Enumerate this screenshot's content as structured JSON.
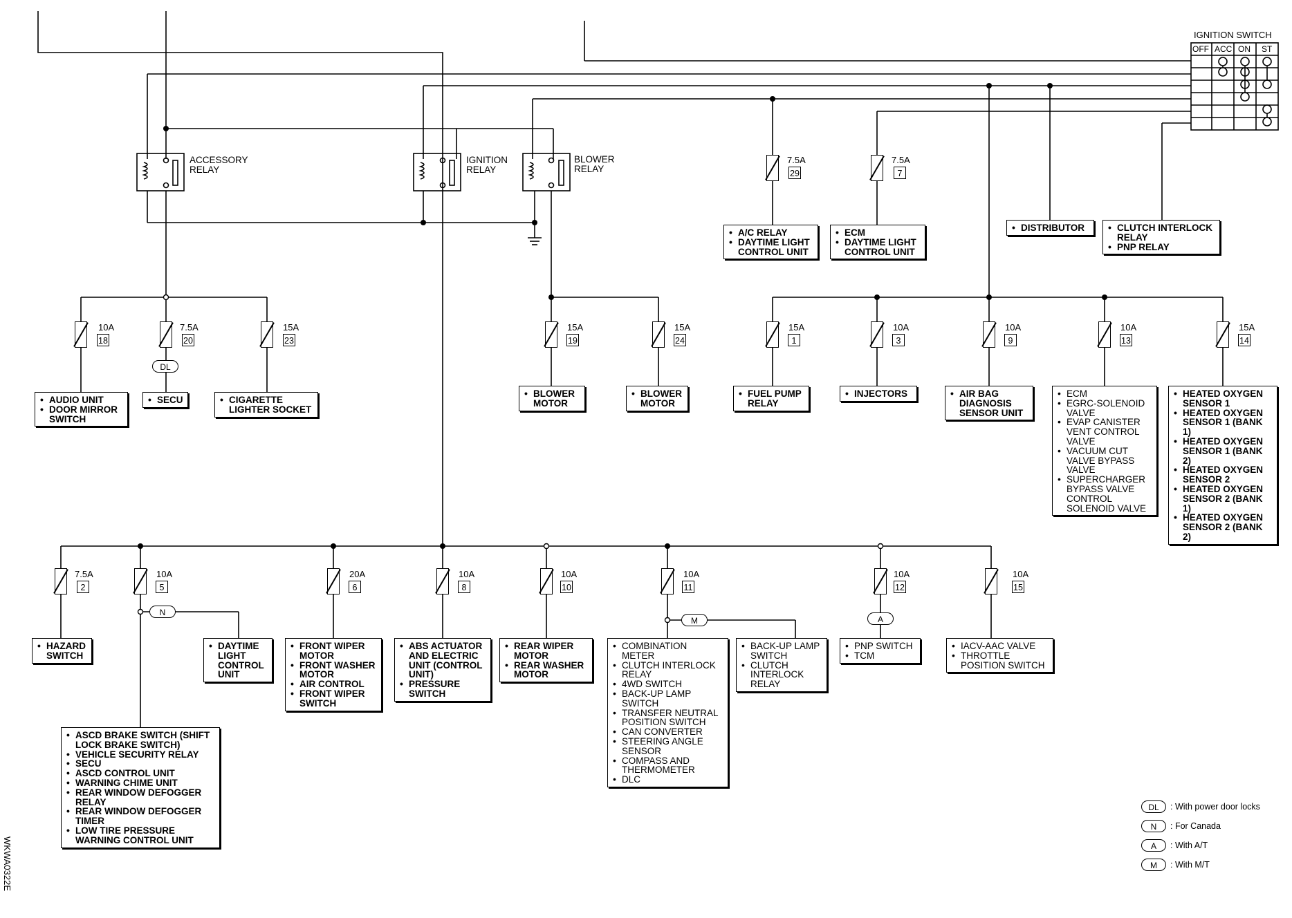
{
  "ignition_switch": {
    "title": "IGNITION SWITCH",
    "positions": [
      "OFF",
      "ACC",
      "ON",
      "ST"
    ]
  },
  "relays": [
    {
      "id": "accessory",
      "label": "ACCESSORY\nRELAY"
    },
    {
      "id": "ignition",
      "label": "IGNITION\nRELAY"
    },
    {
      "id": "blower",
      "label": "BLOWER\nRELAY"
    }
  ],
  "fuses": [
    {
      "id": "f18",
      "amp": "10A",
      "num": "18"
    },
    {
      "id": "f20",
      "amp": "7.5A",
      "num": "20"
    },
    {
      "id": "f23",
      "amp": "15A",
      "num": "23"
    },
    {
      "id": "f19",
      "amp": "15A",
      "num": "19"
    },
    {
      "id": "f24",
      "amp": "15A",
      "num": "24"
    },
    {
      "id": "f29",
      "amp": "7.5A",
      "num": "29"
    },
    {
      "id": "f7",
      "amp": "7.5A",
      "num": "7"
    },
    {
      "id": "f1",
      "amp": "15A",
      "num": "1"
    },
    {
      "id": "f3",
      "amp": "10A",
      "num": "3"
    },
    {
      "id": "f9",
      "amp": "10A",
      "num": "9"
    },
    {
      "id": "f13",
      "amp": "10A",
      "num": "13"
    },
    {
      "id": "f14",
      "amp": "15A",
      "num": "14"
    },
    {
      "id": "f2",
      "amp": "7.5A",
      "num": "2"
    },
    {
      "id": "f5",
      "amp": "10A",
      "num": "5"
    },
    {
      "id": "f6",
      "amp": "20A",
      "num": "6"
    },
    {
      "id": "f8",
      "amp": "10A",
      "num": "8"
    },
    {
      "id": "f10",
      "amp": "10A",
      "num": "10"
    },
    {
      "id": "f11",
      "amp": "10A",
      "num": "11"
    },
    {
      "id": "f12",
      "amp": "10A",
      "num": "12"
    },
    {
      "id": "f15",
      "amp": "10A",
      "num": "15"
    }
  ],
  "loads": [
    {
      "id": "b_audio",
      "items": [
        "AUDIO UNIT",
        "DOOR MIRROR\nSWITCH"
      ]
    },
    {
      "id": "b_secu",
      "items": [
        "SECU"
      ]
    },
    {
      "id": "b_cig",
      "items": [
        "CIGARETTE\nLIGHTER SOCKET"
      ]
    },
    {
      "id": "b_blower1",
      "items": [
        "BLOWER\nMOTOR"
      ]
    },
    {
      "id": "b_blower2",
      "items": [
        "BLOWER\nMOTOR"
      ]
    },
    {
      "id": "b_ac",
      "items": [
        "A/C RELAY",
        "DAYTIME LIGHT\nCONTROL UNIT"
      ]
    },
    {
      "id": "b_ecm1",
      "items": [
        "ECM",
        "DAYTIME LIGHT\nCONTROL UNIT"
      ]
    },
    {
      "id": "b_dist",
      "items": [
        "DISTRIBUTOR"
      ]
    },
    {
      "id": "b_clutch",
      "items": [
        "CLUTCH INTERLOCK\nRELAY",
        "PNP RELAY"
      ]
    },
    {
      "id": "b_fuel",
      "items": [
        "FUEL PUMP\nRELAY"
      ]
    },
    {
      "id": "b_inj",
      "items": [
        "INJECTORS"
      ]
    },
    {
      "id": "b_airbag",
      "items": [
        "AIR BAG\nDIAGNOSIS\nSENSOR UNIT"
      ]
    },
    {
      "id": "b_ecm2",
      "items": [
        "ECM",
        "EGRC-SOLENOID\nVALVE",
        "EVAP CANISTER\nVENT CONTROL\nVALVE",
        "VACUUM CUT\nVALVE BYPASS\nVALVE",
        "SUPERCHARGER\nBYPASS VALVE\nCONTROL\nSOLENOID VALVE"
      ]
    },
    {
      "id": "b_o2",
      "items": [
        "HEATED OXYGEN\nSENSOR 1",
        "HEATED OXYGEN\nSENSOR 1 (BANK 1)",
        "HEATED OXYGEN\nSENSOR 1 (BANK 2)",
        "HEATED OXYGEN\nSENSOR 2",
        "HEATED OXYGEN\nSENSOR 2 (BANK 1)",
        "HEATED OXYGEN\nSENSOR 2 (BANK 2)"
      ]
    },
    {
      "id": "b_hazard",
      "items": [
        "HAZARD\nSWITCH"
      ]
    },
    {
      "id": "b_dtl",
      "items": [
        "DAYTIME\nLIGHT\nCONTROL\nUNIT"
      ]
    },
    {
      "id": "b_wiper",
      "items": [
        "FRONT WIPER\nMOTOR",
        "FRONT WASHER\nMOTOR",
        "AIR CONTROL",
        "FRONT WIPER\nSWITCH"
      ]
    },
    {
      "id": "b_abs",
      "items": [
        "ABS ACTUATOR\nAND ELECTRIC\nUNIT (CONTROL\nUNIT)",
        "PRESSURE\nSWITCH"
      ]
    },
    {
      "id": "b_rear",
      "items": [
        "REAR WIPER\nMOTOR",
        "REAR WASHER\nMOTOR"
      ]
    },
    {
      "id": "b_combo",
      "items": [
        "COMBINATION\nMETER",
        "CLUTCH INTERLOCK\nRELAY",
        "4WD SWITCH",
        "BACK-UP LAMP\nSWITCH",
        "TRANSFER NEUTRAL\nPOSITION SWITCH",
        "CAN CONVERTER",
        "STEERING ANGLE\nSENSOR",
        "COMPASS AND\nTHERMOMETER",
        "DLC"
      ]
    },
    {
      "id": "b_backup",
      "items": [
        "BACK-UP LAMP\nSWITCH",
        "CLUTCH\nINTERLOCK\nRELAY"
      ]
    },
    {
      "id": "b_pnp",
      "items": [
        "PNP SWITCH",
        "TCM"
      ]
    },
    {
      "id": "b_iacv",
      "items": [
        "IACV-AAC VALVE",
        "THROTTLE\nPOSITION SWITCH"
      ]
    },
    {
      "id": "b_ascd",
      "items": [
        "ASCD BRAKE SWITCH (SHIFT\nLOCK BRAKE SWITCH)",
        "VEHICLE SECURITY RELAY",
        "SECU",
        "ASCD CONTROL UNIT",
        "WARNING CHIME UNIT",
        "REAR WINDOW DEFOGGER\nRELAY",
        "REAR WINDOW DEFOGGER\nTIMER",
        "LOW TIRE PRESSURE\nWARNING CONTROL UNIT"
      ]
    }
  ],
  "options": [
    {
      "id": "dl",
      "code": "DL"
    },
    {
      "id": "n",
      "code": "N"
    },
    {
      "id": "m",
      "code": "M"
    },
    {
      "id": "a",
      "code": "A"
    }
  ],
  "legend": [
    {
      "code": "DL",
      "text": ": With power door locks"
    },
    {
      "code": "N",
      "text": ": For Canada"
    },
    {
      "code": "A",
      "text": ": With A/T"
    },
    {
      "code": "M",
      "text": ": With M/T"
    }
  ],
  "figure_id": "WKWA0322E"
}
